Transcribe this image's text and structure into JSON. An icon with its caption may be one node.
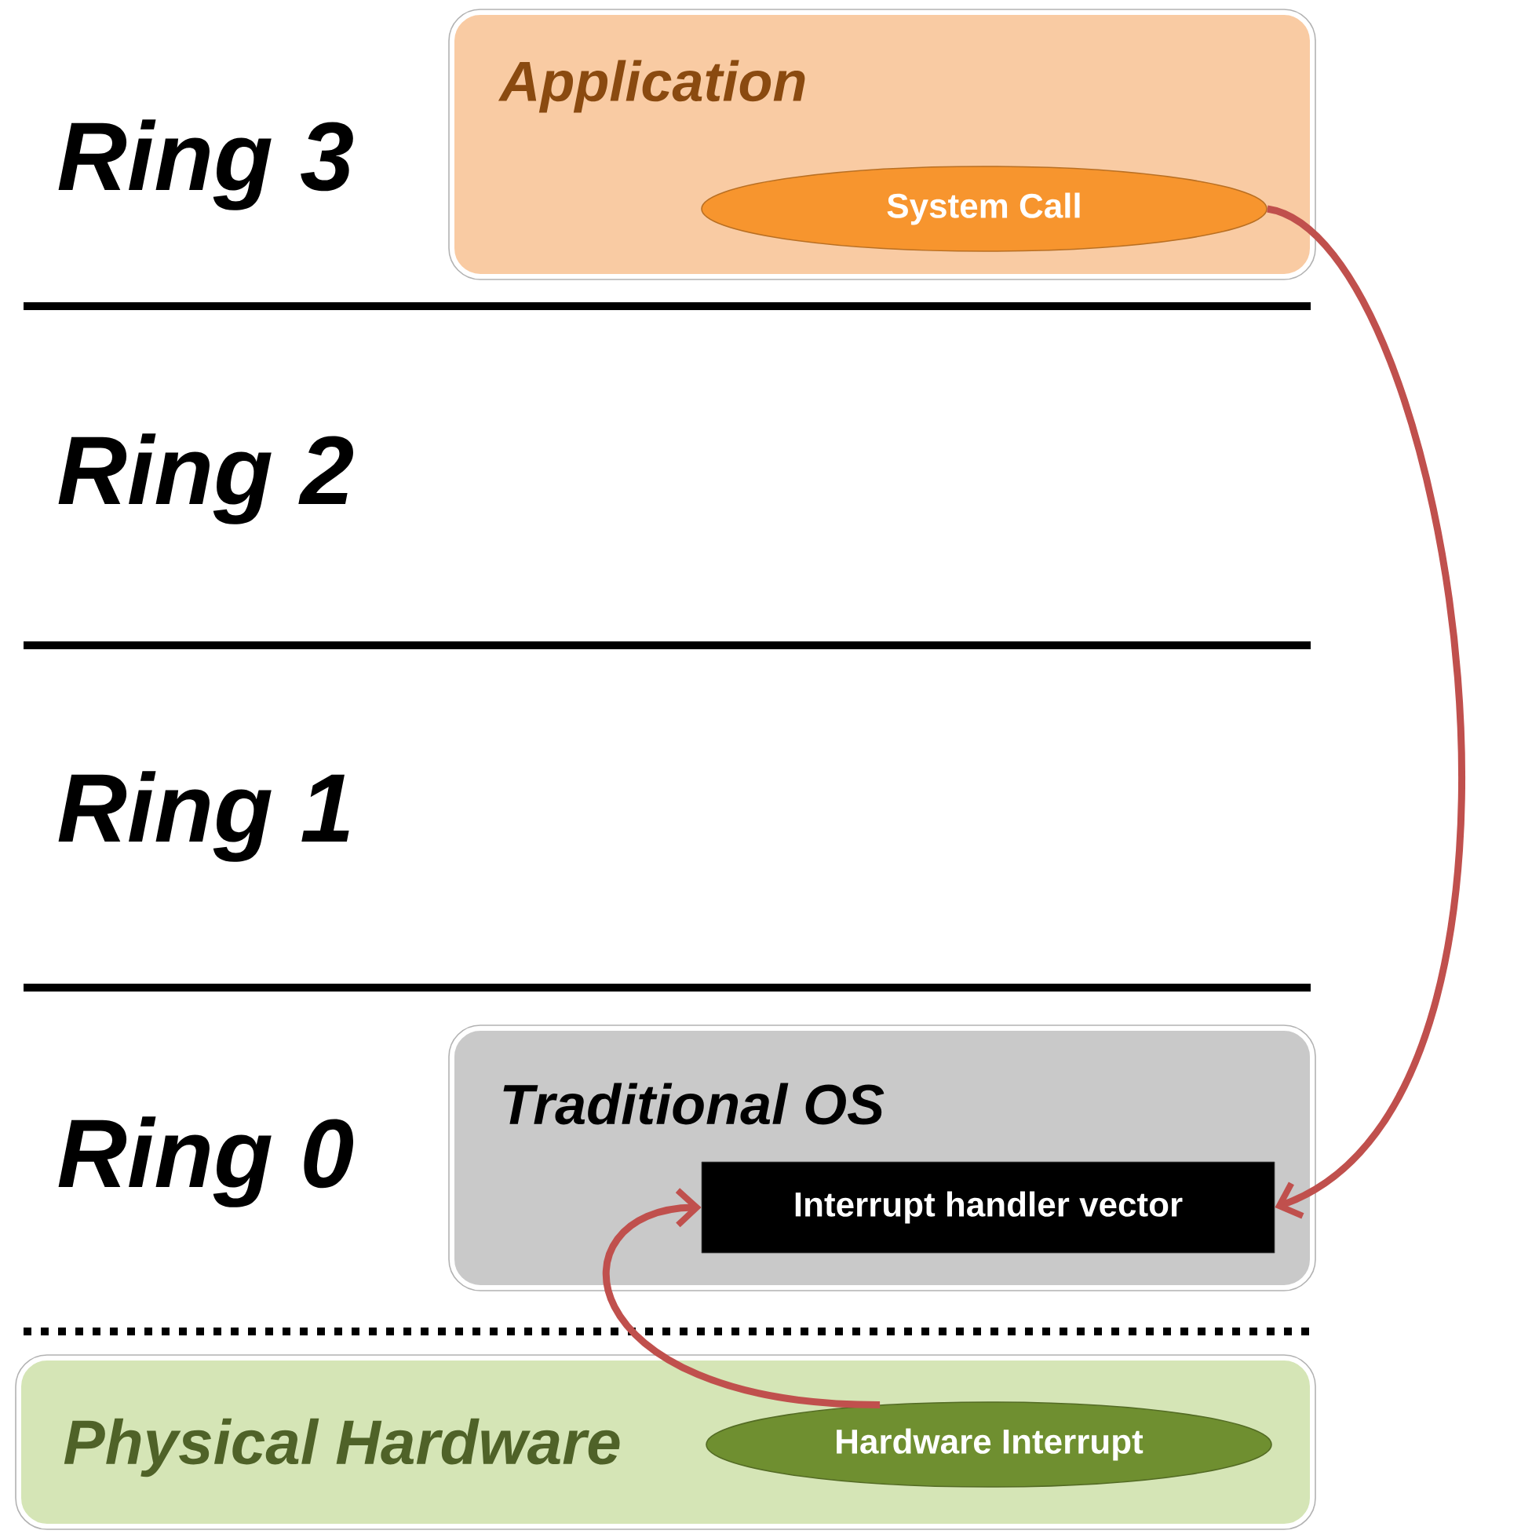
{
  "diagram": {
    "nodes": [
      {
        "text": [
          "Application"
        ]
      },
      {
        "text": [
          "System Call"
        ],
        "in": 0
      },
      {
        "text": [
          "Traditional OS"
        ]
      },
      {
        "text": [
          "Interrupt handler vector"
        ],
        "in": 2
      },
      {
        "text": [
          "Physical Hardware"
        ]
      },
      {
        "text": [
          "Hardware Interrupt"
        ],
        "in": 4
      }
    ],
    "edges": [
      {
        "from": 1,
        "to": 3,
        "arrow": "to"
      },
      {
        "from": 5,
        "to": 3,
        "arrow": "to"
      }
    ],
    "labels": [
      "Ring 3",
      "Ring 2",
      "Ring 1",
      "Ring 0"
    ]
  }
}
